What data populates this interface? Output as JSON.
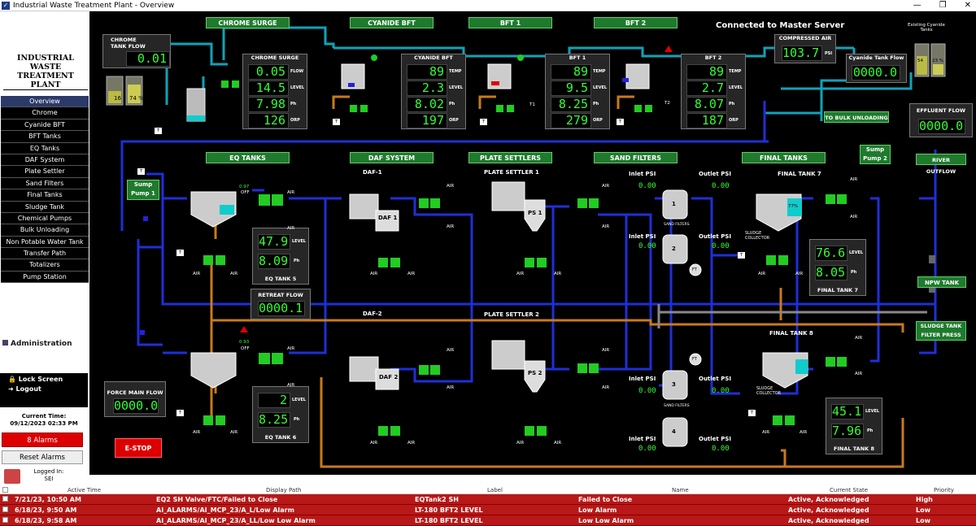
{
  "window": {
    "title": "Industrial Waste Treatment Plant - Overview",
    "min": "—",
    "max": "❐",
    "close": "✕"
  },
  "sidebar": {
    "logo_line1": "INDUSTRIAL WASTE",
    "logo_line2": "TREATMENT PLANT",
    "items": [
      "Overview",
      "Chrome",
      "Cyanide BFT",
      "BFT Tanks",
      "EQ Tanks",
      "DAF System",
      "Plate Settler",
      "Sand Filters",
      "Final Tanks",
      "Sludge Tank",
      "Chemical Pumps",
      "Bulk Unloading",
      "Non Potable Water Tank",
      "Transfer Path",
      "Totalizers",
      "Pump Station"
    ],
    "administration": "Administration",
    "lock_screen": "Lock Screen",
    "logout": "Logout",
    "current_time_label": "Current Time:",
    "current_time": "09/12/2023 02:33 PM",
    "alarms_button": "8 Alarms",
    "reset_alarms": "Reset  Alarms",
    "logged_in_label": "Logged In:",
    "user": "SEI"
  },
  "headers": {
    "chrome_surge": "CHROME SURGE",
    "cyanide_bft": "CYANIDE BFT",
    "bft1": "BFT 1",
    "bft2": "BFT 2",
    "eq_tanks": "EQ TANKS",
    "daf_system": "DAF SYSTEM",
    "plate_settlers": "PLATE SETTLERS",
    "sand_filters": "SAND FILTERS",
    "final_tanks": "FINAL TANKS"
  },
  "connection": "Connected to Master Server",
  "chrome_tank_flow": {
    "title": "CHROME TANK FLOW",
    "value": "0.01"
  },
  "chrome_tanks": {
    "left_level": "16",
    "right_level": "74 %"
  },
  "chrome_surge": {
    "title": "CHROME SURGE",
    "flow": "0.05",
    "level": "14.5",
    "ph": "7.98",
    "orp": "126",
    "flow_label": "FLOW",
    "level_label": "LEVEL",
    "ph_label": "Ph",
    "orp_label": "ORP"
  },
  "cyanide_bft": {
    "title": "CYANIDE BFT",
    "temp": "89",
    "level": "2.3",
    "ph": "8.02",
    "orp": "197",
    "temp_label": "TEMP",
    "level_label": "LEVEL",
    "ph_label": "Ph",
    "orp_label": "ORP"
  },
  "bft1": {
    "title": "BFT 1",
    "temp": "89",
    "level": "9.5",
    "ph": "8.25",
    "orp": "279",
    "temp_label": "TEMP",
    "level_label": "LEVEL",
    "ph_label": "Ph",
    "orp_label": "ORP",
    "tag": "T1"
  },
  "bft2": {
    "title": "BFT 2",
    "temp": "89",
    "level": "2.7",
    "ph": "8.07",
    "orp": "187",
    "temp_label": "TEMP",
    "level_label": "LEVEL",
    "ph_label": "Ph",
    "orp_label": "ORP",
    "tag": "T2"
  },
  "compressed_air": {
    "title": "COMPRESSED AIR",
    "value": "103.7",
    "unit": "PSI"
  },
  "cyanide_tank_flow": {
    "title": "Cyanide Tank Flow",
    "value": "0000.0"
  },
  "existing_cyanide": {
    "title": "Existing Cyanide Tanks",
    "left": "54",
    "right": "23 %"
  },
  "effluent_flow": {
    "title": "EFFLUENT FLOW",
    "value": "0000.0"
  },
  "to_bulk_unloading": "TO BULK UNLOADING",
  "sump_pump_1": "Sump Pump 1",
  "sump_pump_2": "Sump Pump 2",
  "river_outflow": "RIVER OUTFLOW",
  "npw_tank": "NPW TANK",
  "sludge_tank_filter_press": "SLUDGE TANK FILTER PRESS",
  "eq_tank5": {
    "title": "EQ TANK 5",
    "level": "47.9",
    "ph": "8.09",
    "level_label": "LEVEL",
    "ph_label": "Ph",
    "valve_pct": "0.97",
    "valve_state": "OFF"
  },
  "eq_tank6": {
    "title": "EQ TANK 6",
    "level": "2",
    "ph": "8.25",
    "level_label": "LEVEL",
    "ph_label": "Ph",
    "valve_pct": "0.93",
    "valve_state": "OFF"
  },
  "retreat_flow": {
    "title": "RETREAT FLOW",
    "value": "0000.1"
  },
  "force_main_flow": {
    "title": "FORCE MAIN FLOW",
    "value": "0000.0"
  },
  "daf": {
    "daf1": "DAF-1",
    "daf2": "DAF-2",
    "tag1": "DAF 1",
    "tag2": "DAF 2"
  },
  "plate_settler": {
    "ps1": "PLATE SETTLER 1",
    "ps2": "PLATE SETTLER 2",
    "tag1": "PS 1",
    "tag2": "PS 2"
  },
  "sand": {
    "inlet_label": "Inlet PSI",
    "outlet_label": "Outlet PSI",
    "inlet": [
      "0.00",
      "0.00",
      "0.00",
      "0.00"
    ],
    "outlet": [
      "0.00",
      "0.00",
      "0.00",
      "0.00"
    ],
    "filter_label": "SAND FILTERS",
    "numbers": [
      "1",
      "2",
      "3",
      "4"
    ]
  },
  "final_tank7": {
    "title": "FINAL TANK 7",
    "heading": "FINAL TANK  7",
    "level": "76.6",
    "ph": "8.05",
    "level_label": "LEVEL",
    "ph_label": "Ph",
    "fill": "77%",
    "sludge": "SLUDGE COLLECTOR"
  },
  "final_tank8": {
    "title": "FINAL TANK  8",
    "heading": "FINAL TANK 8",
    "level": "45.1",
    "ph": "7.96",
    "level_label": "LEVEL",
    "ph_label": "Ph",
    "sludge": "SLUDGE COLLECTOR"
  },
  "misc": {
    "air": "AIR",
    "t": "T",
    "ft": "FT",
    "estop": "E-STOP"
  },
  "alarms": {
    "headers": [
      "Active Time",
      "Display Path",
      "Label",
      "Name",
      "Current State",
      "Priority"
    ],
    "rows": [
      {
        "time": "7/21/23, 10:50 AM",
        "path": "EQ2 SH Valve/FTC/Failed to Close",
        "label": "EQTank2 SH",
        "name": "Failed to Close",
        "state": "Active, Acknowledged",
        "priority": "High"
      },
      {
        "time": "6/18/23, 9:50 AM",
        "path": "AI_ALARMS/AI_MCP_23/A_L/Low Alarm",
        "label": "LT-180 BFT2 LEVEL",
        "name": "Low Alarm",
        "state": "Active, Acknowledged",
        "priority": "Low"
      },
      {
        "time": "6/18/23, 9:58 AM",
        "path": "AI_ALARMS/AI_MCP_23/A_LL/Low Low Alarm",
        "label": "LT-180 BFT2 LEVEL",
        "name": "Low Low Alarm",
        "state": "Active, Acknowledged",
        "priority": "Low"
      }
    ]
  },
  "colors": {
    "pipe_blue": "#1e2fd6",
    "pipe_cyan": "#0fa3b8",
    "pipe_orange": "#c87a1a",
    "accent_green": "#1f7a2e",
    "alarm_red": "#b81818"
  }
}
